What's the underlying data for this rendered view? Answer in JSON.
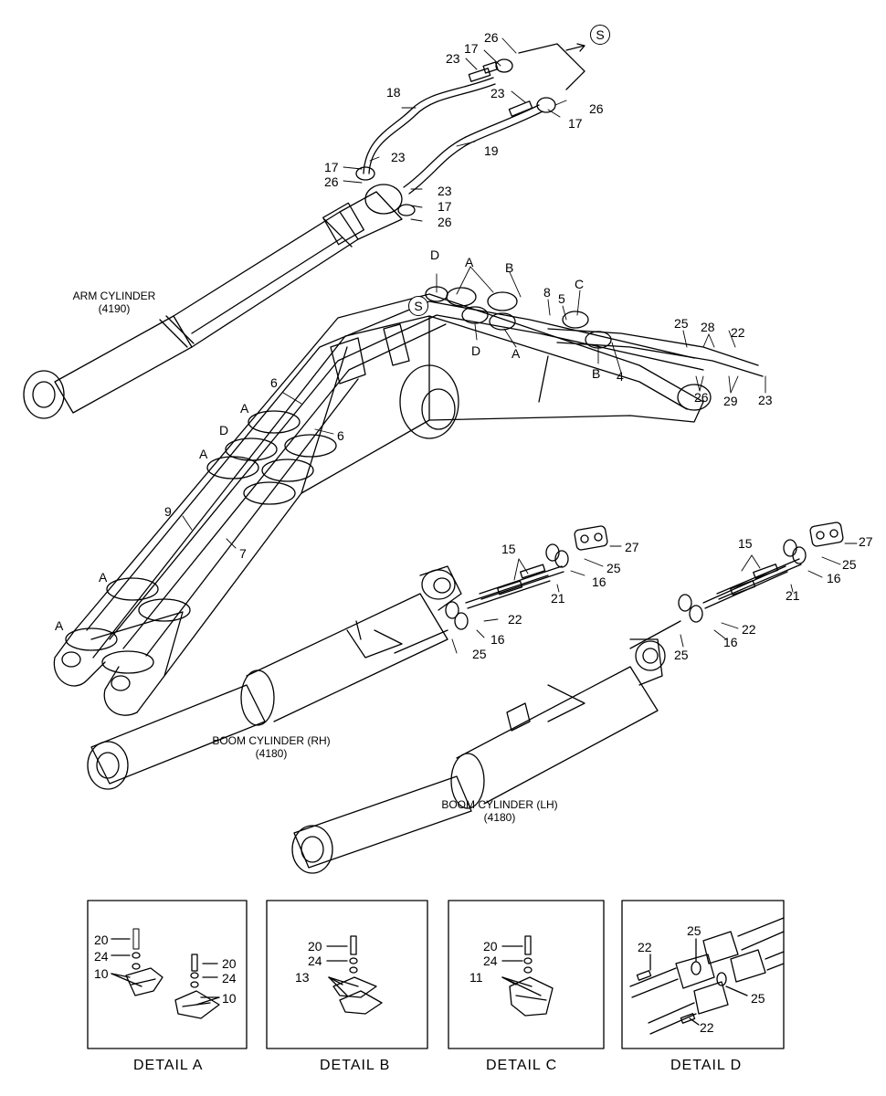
{
  "sref_label": "S",
  "components": {
    "arm_cylinder": {
      "name": "ARM CYLINDER",
      "code": "(4190)"
    },
    "boom_cylinder_rh": {
      "name": "BOOM CYLINDER (RH)",
      "code": "(4180)"
    },
    "boom_cylinder_lh": {
      "name": "BOOM CYLINDER (LH)",
      "code": "(4180)"
    }
  },
  "callouts": {
    "n26": "26",
    "n17": "17",
    "n23": "23",
    "n18": "18",
    "n19": "19",
    "n8": "8",
    "n5": "5",
    "n4": "4",
    "n25": "25",
    "n28": "28",
    "n22": "22",
    "n29": "29",
    "n6": "6",
    "n9": "9",
    "n7": "7",
    "n15": "15",
    "n27": "27",
    "n16": "16",
    "n21": "21",
    "n20": "20",
    "n24": "24",
    "n10": "10",
    "n13": "13",
    "n11": "11",
    "A": "A",
    "B": "B",
    "C": "C",
    "D": "D"
  },
  "details": {
    "a": "DETAIL  A",
    "b": "DETAIL  B",
    "c": "DETAIL  C",
    "d": "DETAIL  D"
  }
}
